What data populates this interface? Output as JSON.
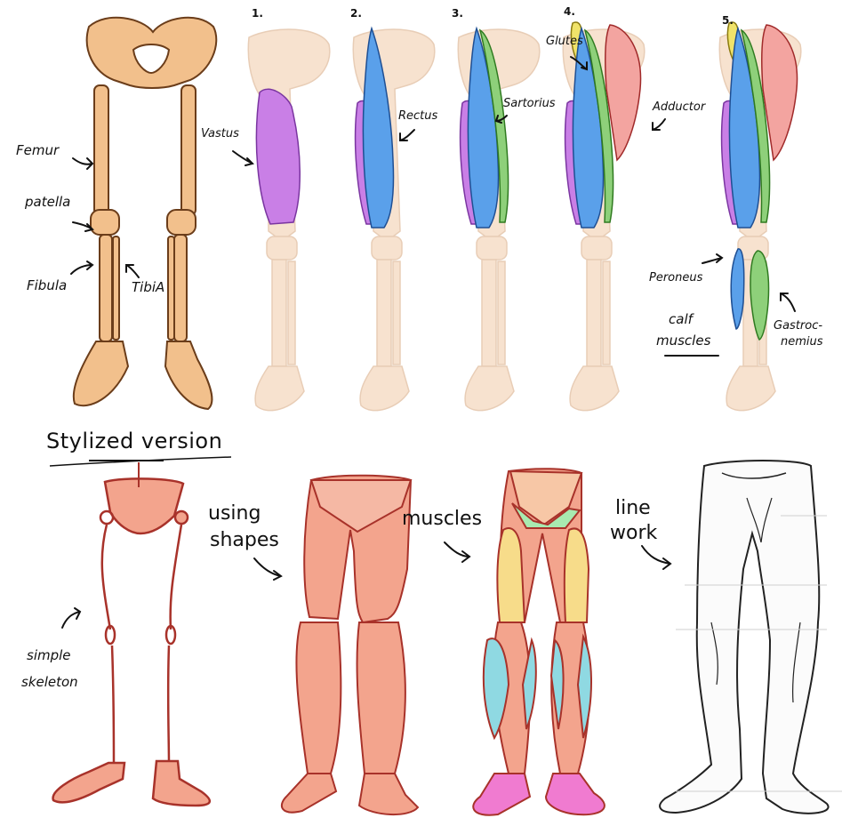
{
  "top_labels": {
    "femur": "Femur",
    "patella": "patella",
    "fibula": "Fibula",
    "tibia": "TibiA"
  },
  "steps": [
    "1.",
    "2.",
    "3.",
    "4.",
    "5."
  ],
  "muscle_labels": {
    "vastus": "Vastus",
    "rectus": "Rectus",
    "sartorius": "Sartorius",
    "glutes": "Glutes",
    "adductor": "Adductor",
    "peroneus": "Peroneus",
    "calf_line1": "calf",
    "calf_line2": "muscles",
    "gastroc_line1": "Gastroc-",
    "gastroc_line2": "nemius"
  },
  "bottom_labels": {
    "stylized": "Stylized version",
    "simple_line1": "simple",
    "simple_line2": "skeleton",
    "shapes_line1": "using",
    "shapes_line2": "shapes",
    "muscles": "muscles",
    "linework_line1": "line",
    "linework_line2": "work"
  },
  "colors": {
    "bone": "#f2c08c",
    "bone_faded": "#f7e2cf",
    "vastus": "#c97fe6",
    "rectus": "#5aa0ea",
    "sartorius": "#8ed07a",
    "adductor": "#f3a4a0",
    "glutes": "#f0e36a",
    "stylized_skin": "#f3a48d",
    "stylized_line": "#b5332a",
    "muscle_yellow": "#f7dc8a",
    "muscle_cyan": "#8fd9e2",
    "muscle_green": "#a8eab0",
    "muscle_pink": "#f07bd0"
  }
}
